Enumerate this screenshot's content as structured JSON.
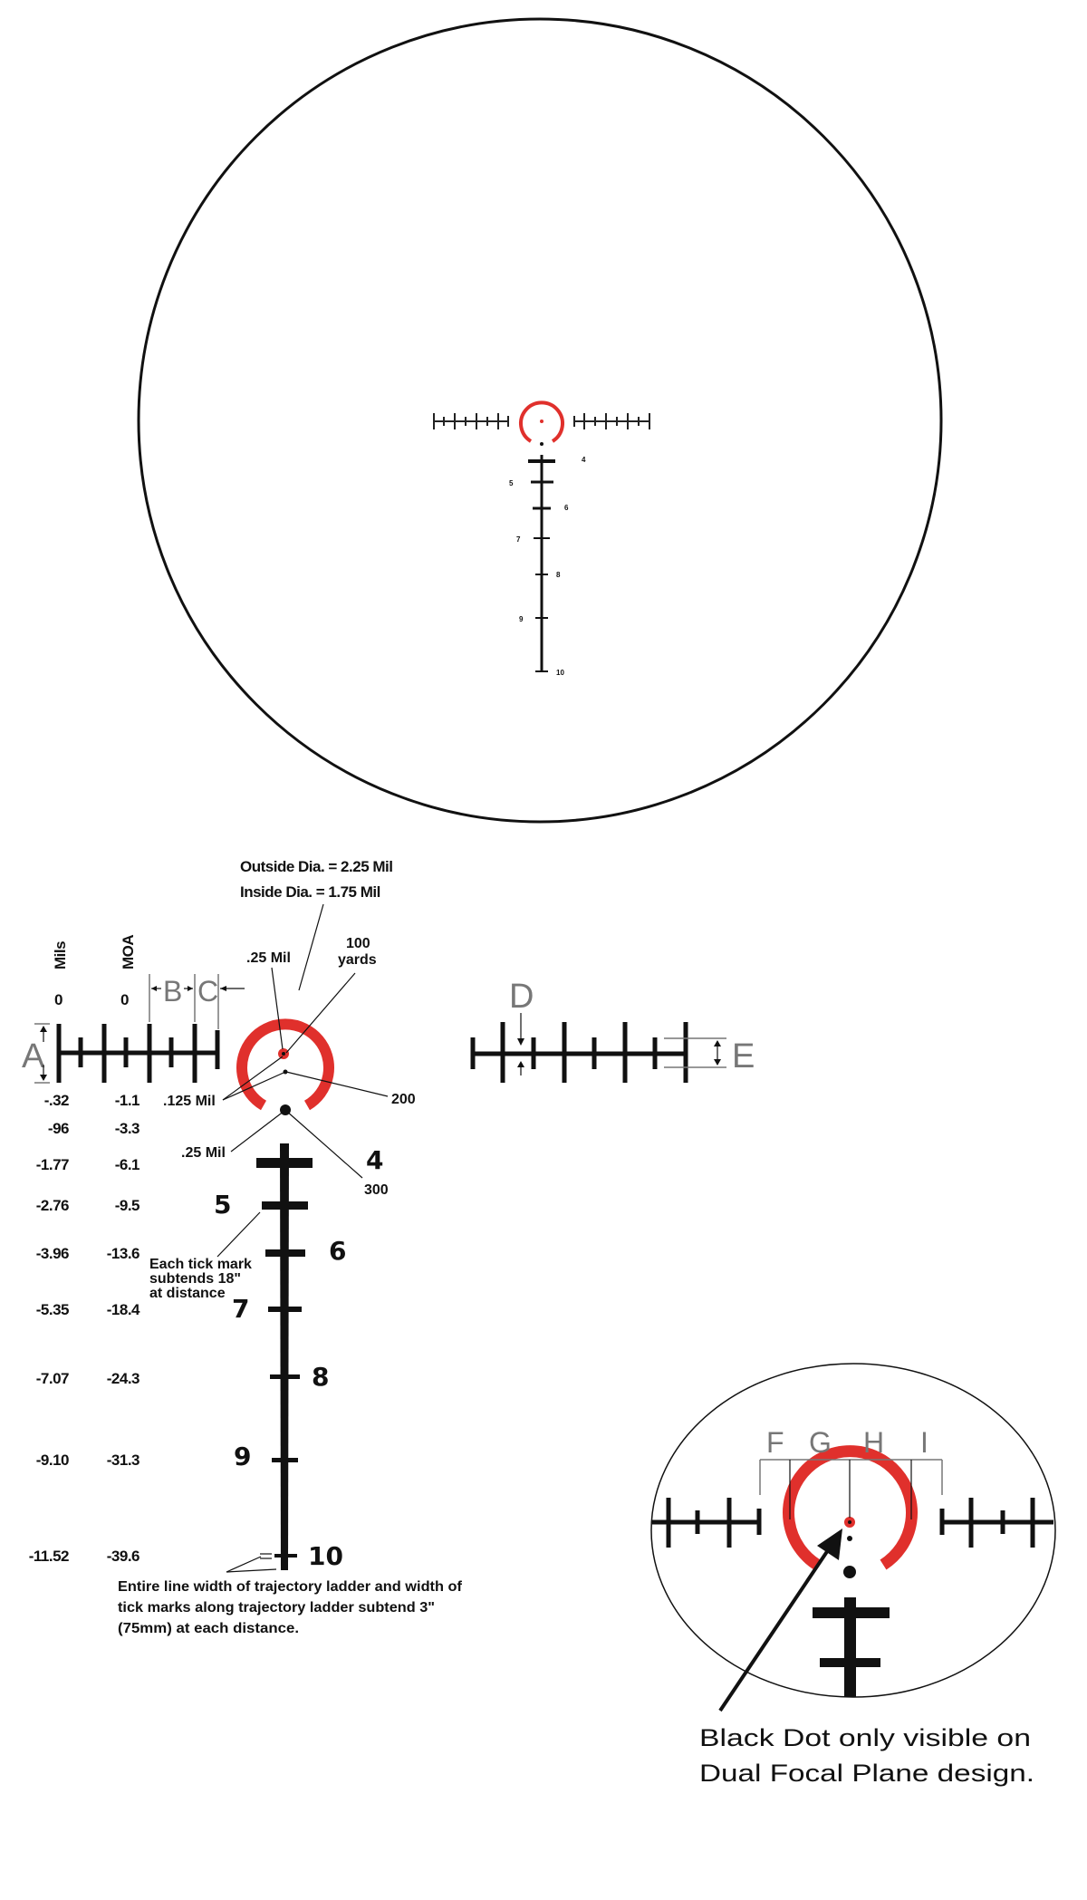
{
  "colors": {
    "reticle_red": "#e0302c",
    "ink": "#111111",
    "dim_gray": "#777777"
  },
  "overview": {
    "ladder_labels": [
      "4",
      "5",
      "6",
      "7",
      "8",
      "9",
      "10"
    ]
  },
  "detail": {
    "outside_dia": "Outside Dia. = 2.25 Mil",
    "inside_dia": "Inside Dia. = 1.75 Mil",
    "col_mils": "Mils",
    "col_moa": "MOA",
    "zero_mils": "0",
    "zero_moa": "0",
    "dims": {
      "A": "A",
      "B": "B",
      "C": "C",
      "D": "D",
      "E": "E"
    },
    "callouts": {
      "center_dot": ".25 Mil",
      "yards_100_a": "100",
      "yards_100_b": "yards",
      "dot_200": "200",
      "small_dot": ".125 Mil",
      "big_dot": ".25 Mil",
      "dot_300": "300"
    },
    "ladder_labels": [
      "4",
      "5",
      "6",
      "7",
      "8",
      "9",
      "10"
    ],
    "mils": [
      "-.32",
      "-96",
      "-1.77",
      "-2.76",
      "-3.96",
      "-5.35",
      "-7.07",
      "-9.10",
      "-11.52"
    ],
    "moa": [
      "-1.1",
      "-3.3",
      "-6.1",
      "-9.5",
      "-13.6",
      "-18.4",
      "-24.3",
      "-31.3",
      "-39.6"
    ],
    "tick_note": [
      "Each tick mark",
      "subtends 18\"",
      "at distance"
    ],
    "bottom_note": [
      "Entire line width of trajectory ladder and width of",
      "tick marks along trajectory ladder subtend 3\"",
      "(75mm) at each distance."
    ]
  },
  "inset": {
    "dims": {
      "F": "F",
      "G": "G",
      "H": "H",
      "I": "I"
    },
    "note": [
      "Black Dot only visible on",
      "Dual Focal Plane design."
    ]
  }
}
